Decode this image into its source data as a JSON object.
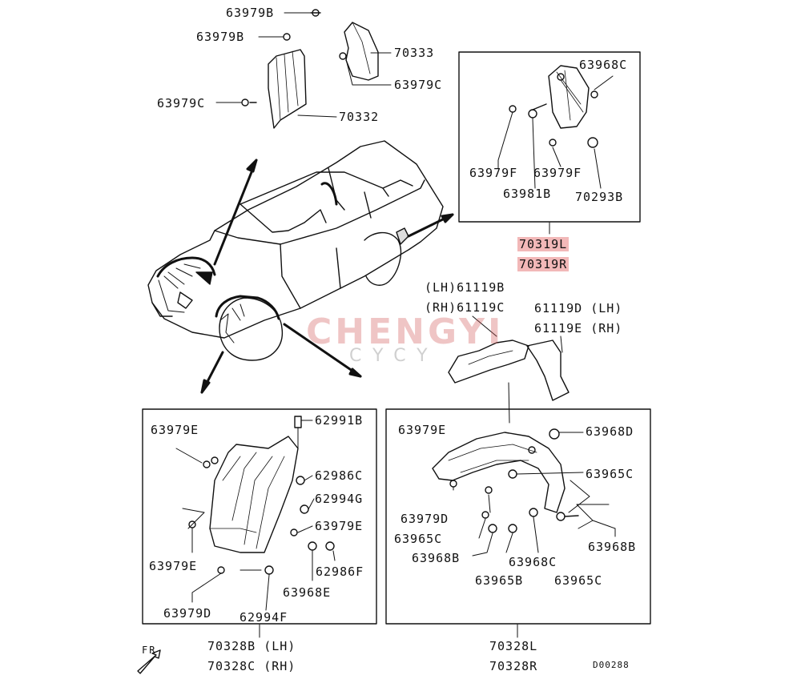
{
  "watermark": {
    "brand": "CHENGYI",
    "sub": "CYCY"
  },
  "direction_label": "FR",
  "drawing_code": "D00288",
  "labels": {
    "c1": "63979B",
    "c2": "63979B",
    "c3": "70333",
    "c4": "63979C",
    "c5": "63979C",
    "c6": "70332",
    "c7": "63968C",
    "c8": "63979F",
    "c9": "63979F",
    "c10": "63981B",
    "c11": "70293B",
    "c12": "70319L",
    "c13": "70319R",
    "c14": "(LH)61119B",
    "c15": "(RH)61119C",
    "c16": "61119D (LH)",
    "c17": "61119E (RH)",
    "c18": "63979E",
    "c19": "62991B",
    "c20": "62986C",
    "c21": "62994G",
    "c22": "63979E",
    "c23": "63979E",
    "c24": "62986F",
    "c25": "63968E",
    "c26": "63979D",
    "c27": "62994F",
    "c28": "70328B (LH)",
    "c29": "70328C (RH)",
    "c30": "63979E",
    "c31": "63968D",
    "c32": "63965C",
    "c33": "63979D",
    "c34": "63965C",
    "c35": "63968B",
    "c36": "63968B",
    "c37": "63968C",
    "c38": "63965B",
    "c39": "63965C",
    "c40": "70328L",
    "c41": "70328R"
  }
}
